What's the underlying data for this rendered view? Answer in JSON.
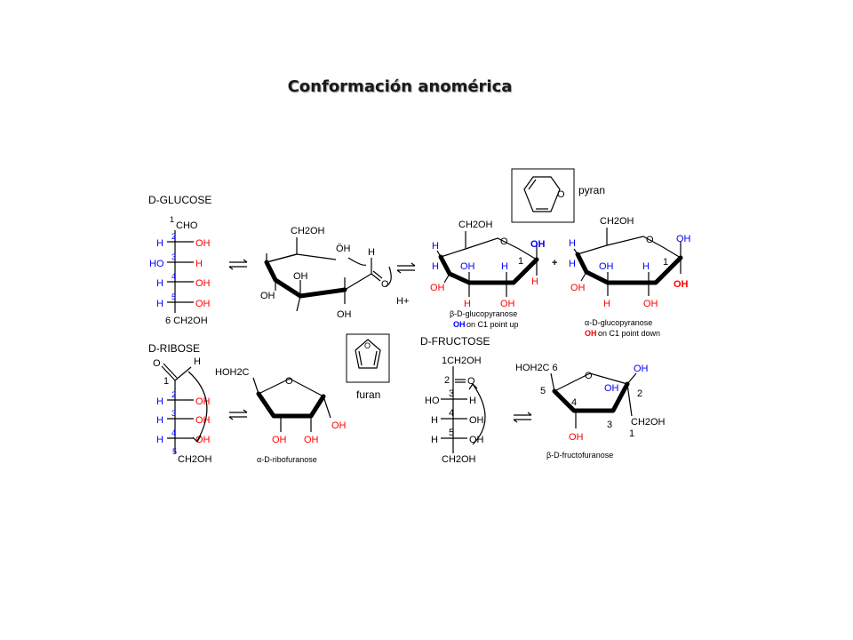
{
  "title": "Conformación anomérica",
  "glucose": {
    "label": "D-GLUCOSE",
    "c1": "CHO",
    "rows": [
      {
        "n": "2",
        "left": "H",
        "right": "OH"
      },
      {
        "n": "3",
        "left": "HO",
        "right": "H"
      },
      {
        "n": "4",
        "left": "H",
        "right": "OH"
      },
      {
        "n": "5",
        "left": "H",
        "right": "OH"
      }
    ],
    "c6": "6 CH2OH",
    "n1": "1"
  },
  "open_chain_ring": {
    "ch2oh": "CH2OH",
    "oh_top": "ÖH",
    "oh1": "OH",
    "oh2": "OH",
    "oh3": "OH",
    "h": "H",
    "o": "O",
    "h_plus": "H+"
  },
  "pyran": {
    "label": "pyran",
    "o": "O"
  },
  "furan": {
    "label": "furan",
    "o": "O"
  },
  "beta_glucopyranose": {
    "ch2oh": "CH2OH",
    "o": "O",
    "anomeric_oh": "OH",
    "labels": [
      "H",
      "OH",
      "H",
      "OH",
      "H",
      "H",
      "OH",
      "1",
      "OH",
      "H"
    ],
    "name": "β-D-glucopyranose",
    "note_oh": "OH",
    "note": "on C1 point up",
    "plus": "+"
  },
  "alpha_glucopyranose": {
    "ch2oh": "CH2OH",
    "o": "O",
    "anomeric_oh": "OH",
    "labels": [
      "H",
      "H",
      "OH",
      "H",
      "1",
      "OH",
      "H",
      "OH"
    ],
    "name": "α-D-glucopyranose",
    "note_oh": "OH",
    "note": "on C1 point down"
  },
  "ribose": {
    "label": "D-RIBOSE",
    "o": "O",
    "h_top": "H",
    "n1": "1",
    "rows": [
      {
        "n": "2",
        "left": "H",
        "right": "OH"
      },
      {
        "n": "3",
        "left": "H",
        "right": "OH"
      },
      {
        "n": "4",
        "left": "H",
        "right": "OH"
      }
    ],
    "c5": "5",
    "ch2oh": "CH2OH"
  },
  "ribofuranose": {
    "hoh2c": "HOH2C",
    "o": "O",
    "oh1": "OH",
    "oh2": "OH",
    "oh3": "OH",
    "name": "α-D-ribofuranose"
  },
  "fructose": {
    "label": "D-FRUCTOSE",
    "c1": "1CH2OH",
    "c2": "2",
    "o": "O",
    "rows": [
      {
        "n": "3",
        "left": "HO",
        "right": "H"
      },
      {
        "n": "4",
        "left": "H",
        "right": "OH"
      },
      {
        "n": "5",
        "left": "H",
        "right": "OH"
      }
    ],
    "ch2oh": "CH2OH"
  },
  "fructofuranose": {
    "hoh2c": "HOH2C 6",
    "n5": "5",
    "o": "O",
    "oh_top": "OH",
    "oh_mid": "OH",
    "n2": "2",
    "n4": "4",
    "n3": "3",
    "ch2oh": "CH2OH",
    "n1": "1",
    "oh_bottom": "OH",
    "name": "β-D-fructofuranose"
  },
  "colors": {
    "blue": "#0000ff",
    "red": "#ff0000",
    "black": "#000000"
  }
}
